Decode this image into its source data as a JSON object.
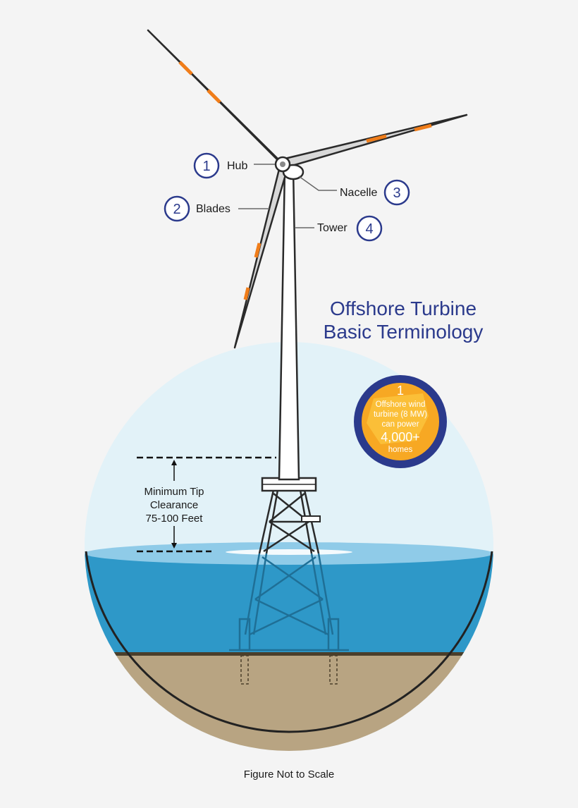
{
  "title": {
    "line1": "Offshore Turbine",
    "line2": "Basic Terminology"
  },
  "callouts": [
    {
      "number": "1",
      "label": "Hub"
    },
    {
      "number": "2",
      "label": "Blades"
    },
    {
      "number": "3",
      "label": "Nacelle"
    },
    {
      "number": "4",
      "label": "Tower"
    }
  ],
  "badge": {
    "count": "1",
    "line1": "Offshore wind",
    "line2": "turbine (8 MW)",
    "line3": "can power",
    "homes_value": "4,000+",
    "homes_label": "homes"
  },
  "clearance": {
    "line1": "Minimum Tip",
    "line2": "Clearance",
    "line3": "75-100 Feet"
  },
  "footer": "Figure Not to Scale",
  "colors": {
    "navy": "#2b3a8c",
    "water": "#2e98c8",
    "sky": "#e2f2f8",
    "seabed": "#b8a482",
    "accent_orange": "#f07d1a",
    "badge_yellow": "#f7a823"
  }
}
